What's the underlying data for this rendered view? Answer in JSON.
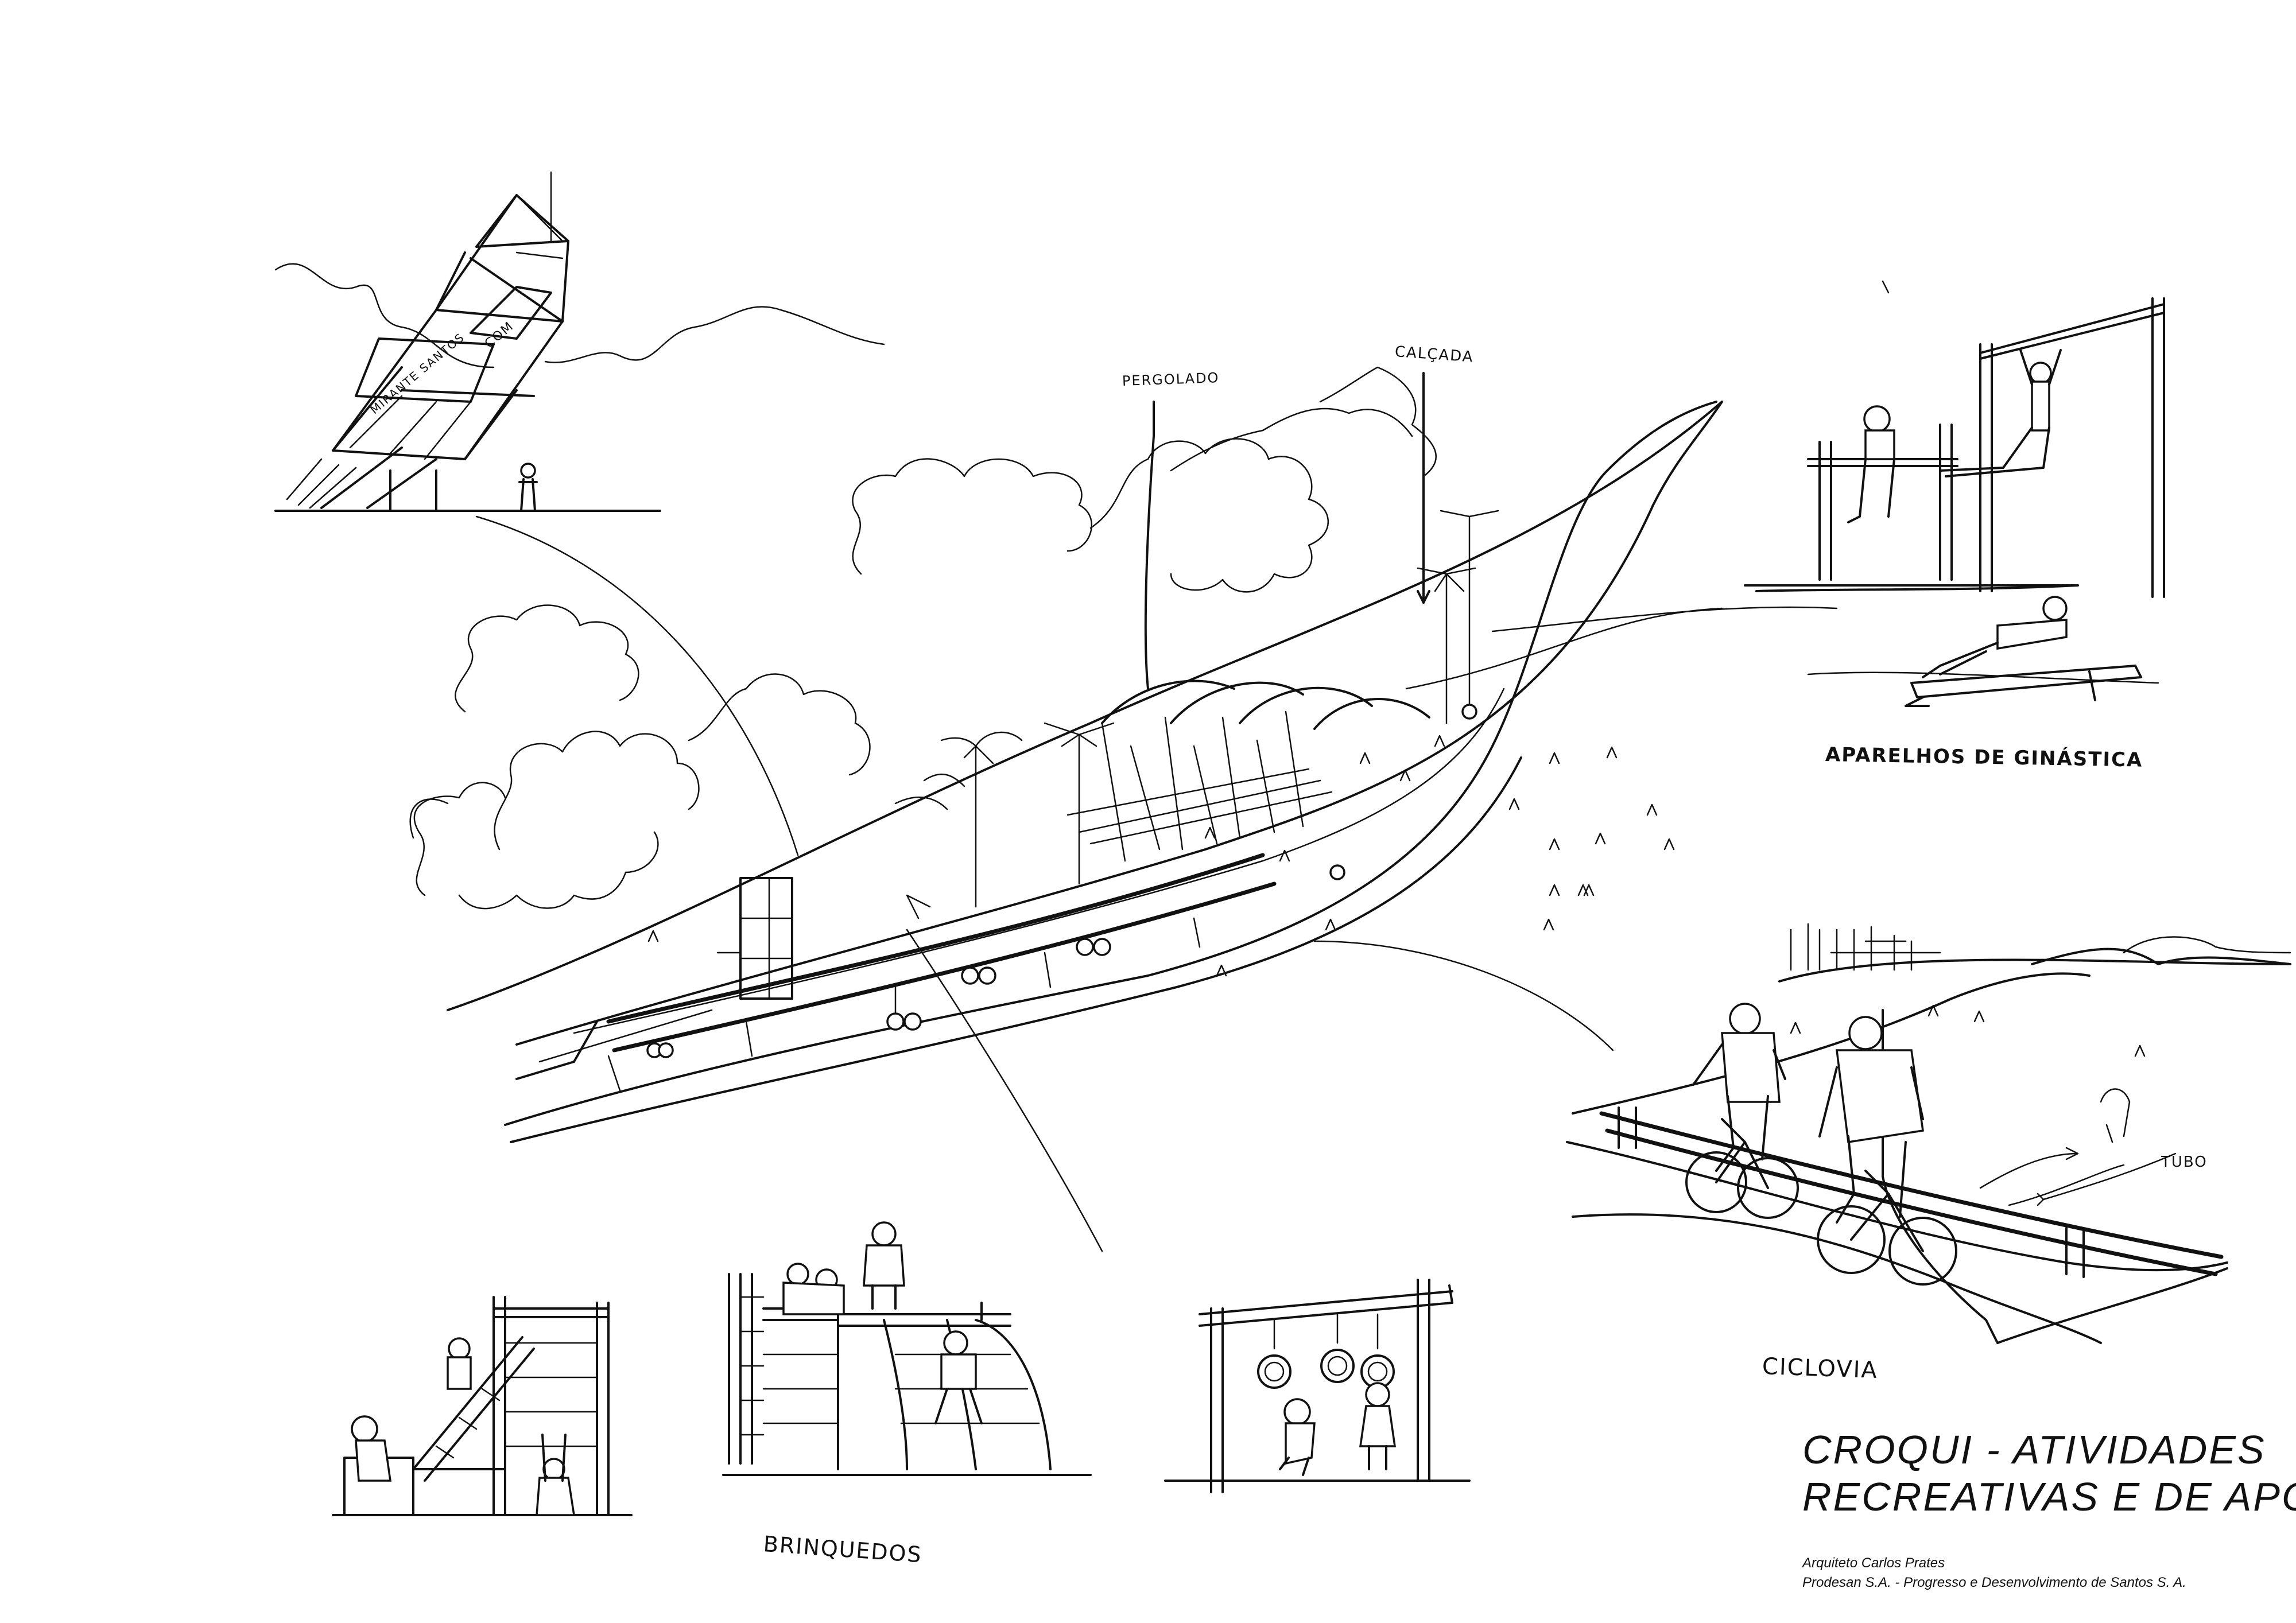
{
  "labels": {
    "pergolado": "PERGOLADO",
    "calcada": "CALÇADA",
    "aparelhos": "APARELHOS DE GINÁSTICA",
    "brinquedos": "BRINQUEDOS",
    "ciclovia": "CICLOVIA",
    "tubo": "TUBO",
    "tower_sign_top": "COM",
    "tower_sign_main": "MIRANTE SANTOS"
  },
  "title": {
    "line1": "CROQUI - ATIVIDADES",
    "line2": "RECREATIVAS E DE APOIO"
  },
  "credits": {
    "architect": "Arquiteto Carlos Prates",
    "company": "Prodesan S.A. - Progresso e Desenvolvimento de Santos S. A."
  },
  "colors": {
    "ink": "#111111",
    "paper": "#ffffff"
  }
}
